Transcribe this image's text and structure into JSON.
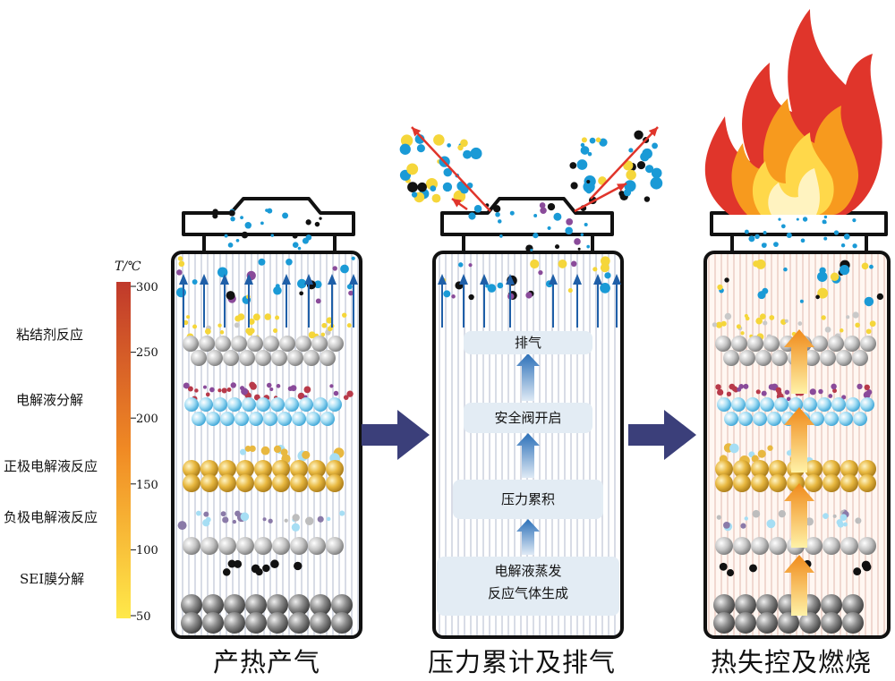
{
  "temperature_scale": {
    "unit_label": "T/℃",
    "ticks": [
      "300",
      "250",
      "200",
      "150",
      "100",
      "50"
    ],
    "colors": {
      "top": "#c0392b",
      "middle": "#f08a24",
      "bottom": "#ffe94a"
    }
  },
  "reactions": [
    "粘结剂反应",
    "电解液分解",
    "正极电解液反应",
    "负极电解液反应",
    "SEI膜分解"
  ],
  "stages": [
    {
      "caption": "产热产气"
    },
    {
      "caption": "压力累计及排气",
      "steps": [
        "排气",
        "安全阀开启",
        "压力累积",
        "电解液蒸发",
        "反应气体生成"
      ]
    },
    {
      "caption": "热失控及燃烧"
    }
  ],
  "colors": {
    "outline": "#111111",
    "gas_blue": "#1a9ad6",
    "flow_arrow": "#1f5fa8",
    "stage_arrow": "#3b3f7a",
    "heat_arrow": "#f4a020",
    "cathode_gold": "#e6b53c",
    "electrolyte_blue": "#6cc4e8",
    "binder_grey": "#bdbdbd",
    "flame_red": "#e0352b",
    "flame_orange": "#f79a1e",
    "flame_yellow": "#ffd84a"
  }
}
